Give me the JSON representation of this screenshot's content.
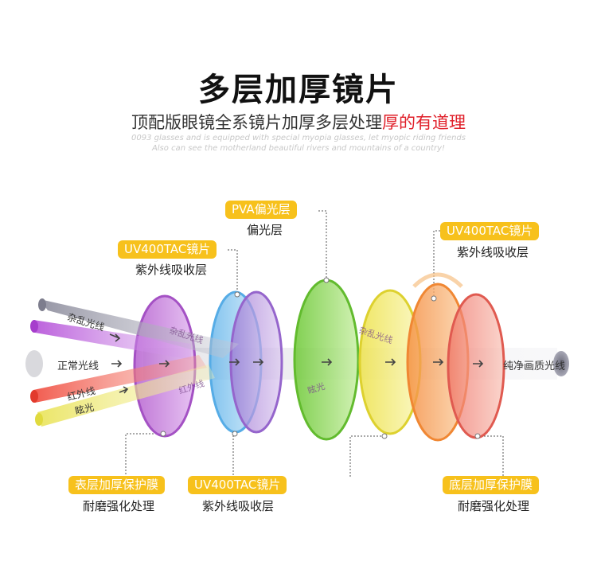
{
  "title": "多层加厚镜片",
  "subtitle_main": "顶配版眼镜全系镜片加厚多层处理",
  "subtitle_accent": "厚的有道理",
  "english_line1": "0093 glasses and is equipped with special myopia glasses, let myopic riding friends",
  "english_line2": "Also can see the motherland beautiful rivers and mountains of a country!",
  "rays": {
    "stray": "杂乱光线",
    "normal": "正常光线",
    "infrared": "红外线",
    "glare": "眩光",
    "output": "纯净画质光线",
    "lens_text_stray": "杂乱光线",
    "lens_text_infrared": "红外线",
    "lens_text_glare": "眩光"
  },
  "labels": {
    "pva": {
      "tag": "PVA偏光层",
      "desc": "偏光层"
    },
    "uv_top_left": {
      "tag": "UV400TAC镜片",
      "desc": "紫外线吸收层"
    },
    "uv_top_right": {
      "tag": "UV400TAC镜片",
      "desc": "紫外线吸收层"
    },
    "surface": {
      "tag": "表层加厚保护膜",
      "desc": "耐磨强化处理"
    },
    "uv_bottom": {
      "tag": "UV400TAC镜片",
      "desc": "紫外线吸收层"
    },
    "bottom": {
      "tag": "底层加厚保护膜",
      "desc": "耐磨强化处理"
    }
  },
  "colors": {
    "tag_bg": "#f7c11c",
    "accent": "#e0202a",
    "lens_purple": "#c27ad8",
    "lens_blue": "#7cc4ee",
    "lens_violet": "#b08ad8",
    "lens_green": "#8fd65a",
    "lens_yellow": "#f5ec62",
    "lens_orange": "#f7a35a",
    "lens_red": "#f28c7c"
  }
}
